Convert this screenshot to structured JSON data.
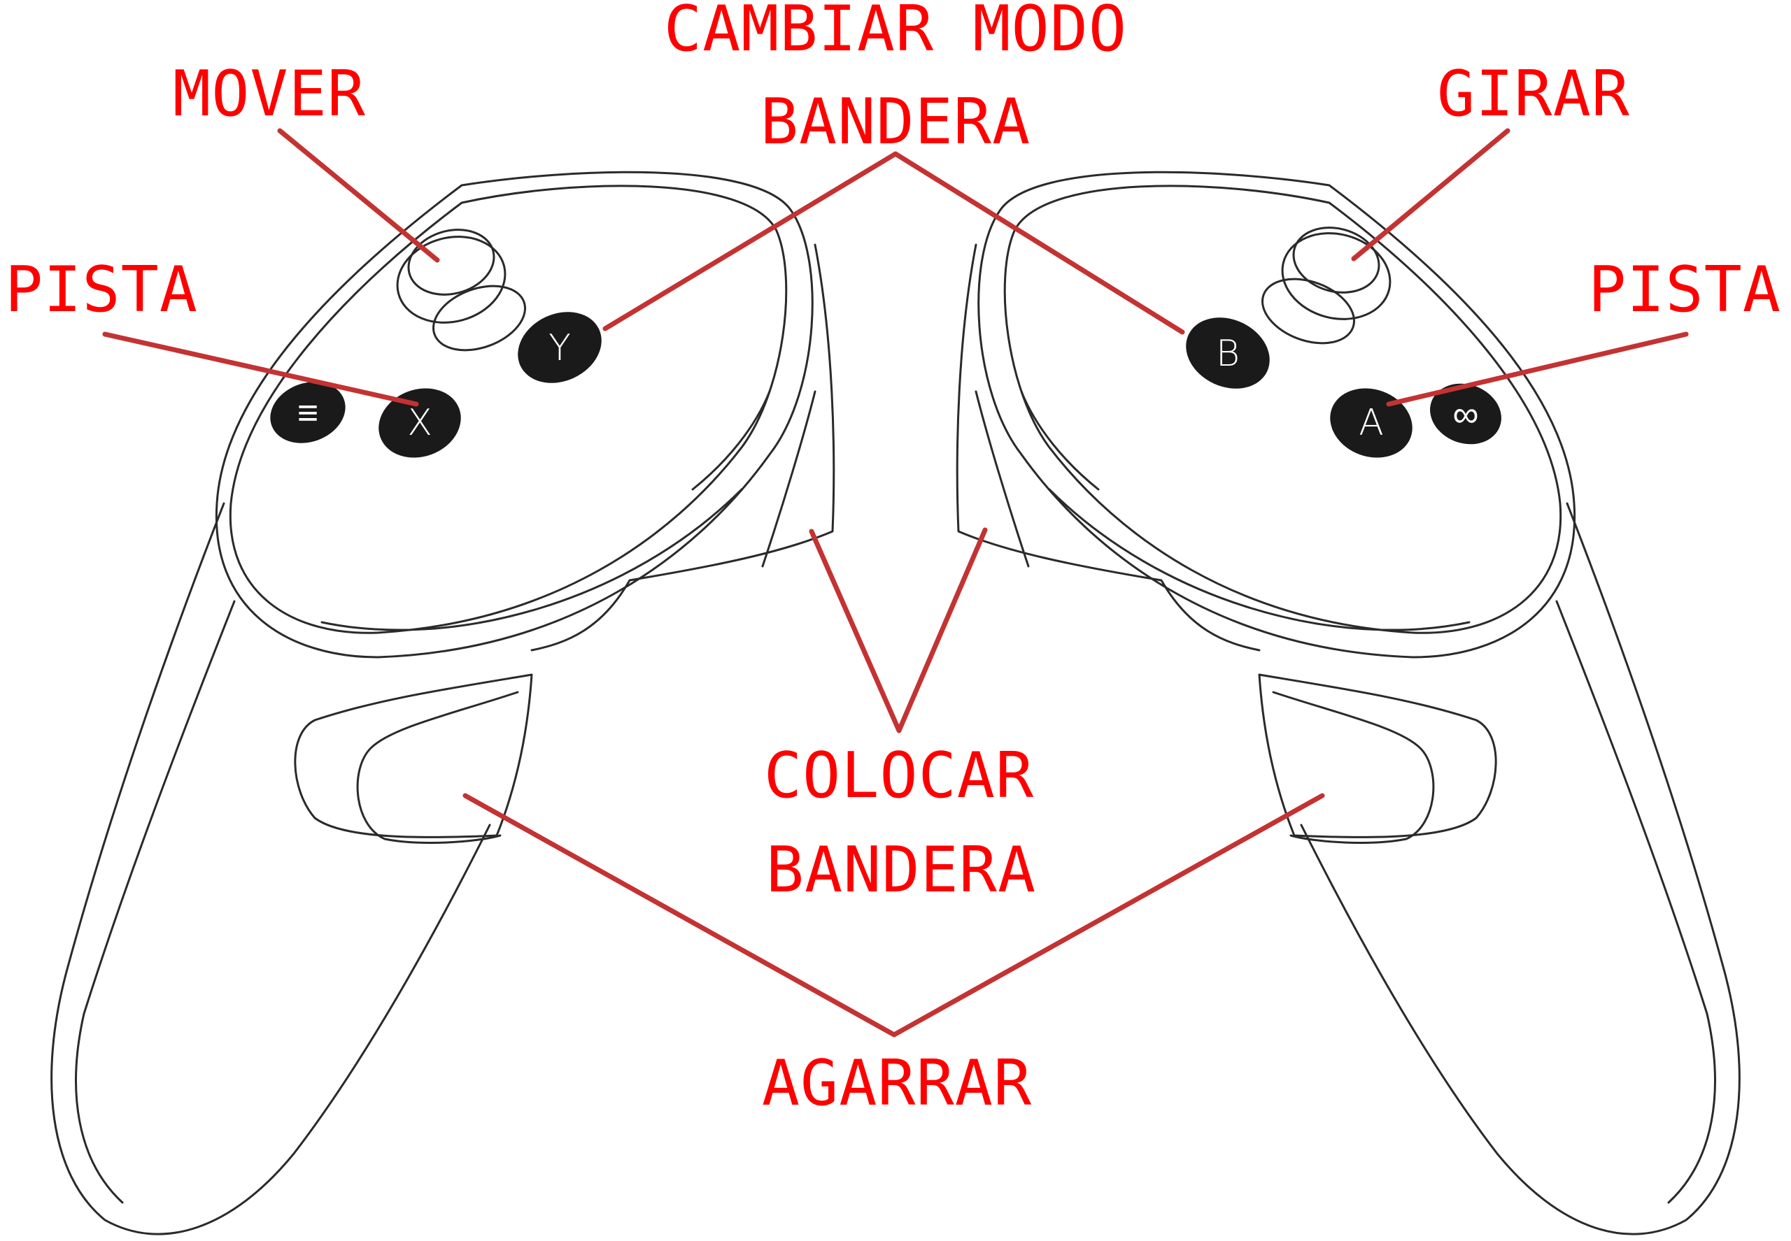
{
  "labels": {
    "cambiar_modo": "CAMBIAR MODO",
    "bandera_top": "BANDERA",
    "mover": "MOVER",
    "girar": "GIRAR",
    "pista_left": "PISTA",
    "pista_right": "PISTA",
    "colocar": "COLOCAR",
    "bandera_bottom": "BANDERA",
    "agarrar": "AGARRAR"
  },
  "buttons": {
    "x": "X",
    "y": "Y",
    "a": "A",
    "b": "B",
    "menu": "≡",
    "oculus": "∞"
  },
  "colors": {
    "label": "#ff0000",
    "leader_line": "#c43232",
    "outline": "#2a2a2a",
    "button_fill": "#1a1a1a"
  }
}
